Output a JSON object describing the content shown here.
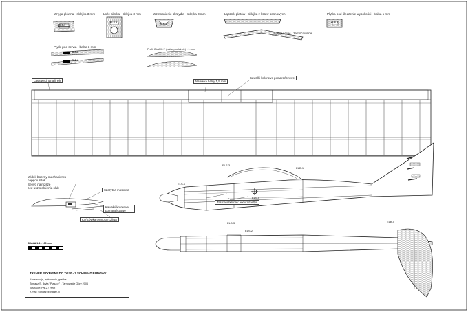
{
  "parts": {
    "main_rib": "Wręga główna - sklejka 3 mm",
    "bed_rib": "Łoże silnika - sklejka 3 mm",
    "wing_rein": "Wzmocnienie skrzydła - sklejka 3 mm",
    "stab_joiner": "Łącznik płatów - sklejka z listew sosnowych",
    "stab_bend": "Dwięgi wyjęć i zamocowanie",
    "wheel_plate": "Płytka pod śledzenie wysokości - balsa 1 mm",
    "servo_pads": "Płytki pod serwa - balsa 3 mm",
    "profile": "Profil CLARK-Y (balsa podłużnie) - 1 mm"
  },
  "part_codes": {
    "main_rib": "ELS-1",
    "bed_rib": "ELS-2",
    "wing_rein": "ELS-3",
    "wheel_plate": "ELS-4",
    "servo_pad_a": "ELS-5",
    "servo_pad_b": "ELS-6"
  },
  "wing": {
    "edge_label": "Lasa wycinana linek",
    "balsa_label": "Nalewka balsy 1,5 mm",
    "carbon_label": "Kawałki kolorowe pomarańczowe"
  },
  "fuselage": {
    "codes": [
      "ELS-3",
      "ELS-1",
      "ELB-1",
      "ELS-5"
    ],
    "tape_label": "Taśma szklana / tektura/tarflys",
    "top_codes": [
      "ELS-3",
      "ELS-2",
      "ELB-5"
    ]
  },
  "servo": {
    "note_lines": [
      "Widok boczny mechanizmu",
      "napędu lotek",
      "Serwo najniższe",
      "bez uszczelnienia słuk"
    ],
    "label_arm": "Szczytna mostowa",
    "label_rod": "Kawałki kolorowe pomarańczowe",
    "label_hinge": "Końcówka termokurczliwa"
  },
  "scale_label": "SKALA 1:1 - 100 mm",
  "title_block": {
    "title": "TRENER SZYBOWY DO TG70 - 3    SCHEMAT BUDOWY",
    "lines": [
      "Konstrukcja, wykonanie, grafika:",
      "Tomasz S. Bryła \"Ptaszor\" - Tarnowskie Góry 2006",
      "Ilustracje: rys-2 / zrzut",
      "e-mail: tomasz@onliner.pl"
    ]
  }
}
